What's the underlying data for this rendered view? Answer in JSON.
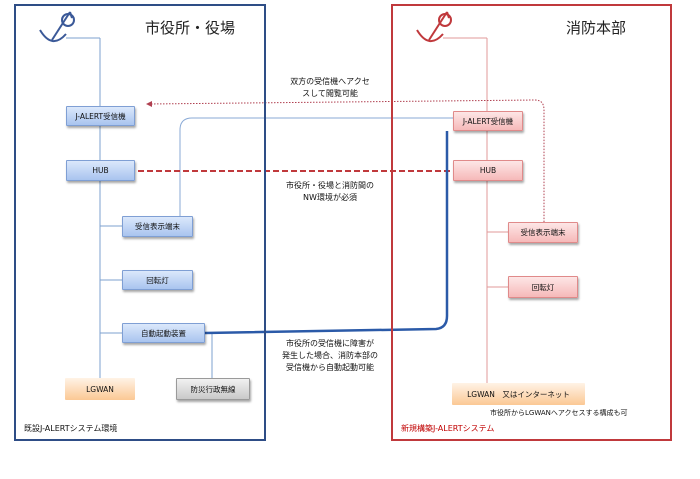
{
  "left": {
    "title": "市役所・役場",
    "footer": "既設J-ALERTシステム環境",
    "boxes": {
      "receiver": "J-ALERT受信機",
      "hub": "HUB",
      "display": "受信表示端末",
      "lamp": "回転灯",
      "auto_start": "自動起動装置",
      "lgwan": "LGWAN",
      "radio": "防災行政無線"
    }
  },
  "right": {
    "title": "消防本部",
    "footer": "新規構築J-ALERTシステム",
    "boxes": {
      "receiver": "J-ALERT受信機",
      "hub": "HUB",
      "display": "受信表示端末",
      "lamp": "回転灯",
      "lgwan": "LGWAN　又はインターネット"
    },
    "note": "市役所からLGWANへアクセスする構成も可"
  },
  "annotations": {
    "access_line1": "双方の受信機へアクセ",
    "access_line2": "スして閲覧可能",
    "nw_line1": "市役所・役場と消防間の",
    "nw_line2": "NW環境が必須",
    "auto_line1": "市役所の受信機に障害が",
    "auto_line2": "発生した場合、消防本部の",
    "auto_line3": "受信機から自動起動可能"
  },
  "colors": {
    "left_frame": "#2e4d86",
    "right_frame": "#c0393c",
    "footer_right": "#c00000"
  },
  "icons": [
    "antenna-icon-left",
    "antenna-icon-right"
  ]
}
